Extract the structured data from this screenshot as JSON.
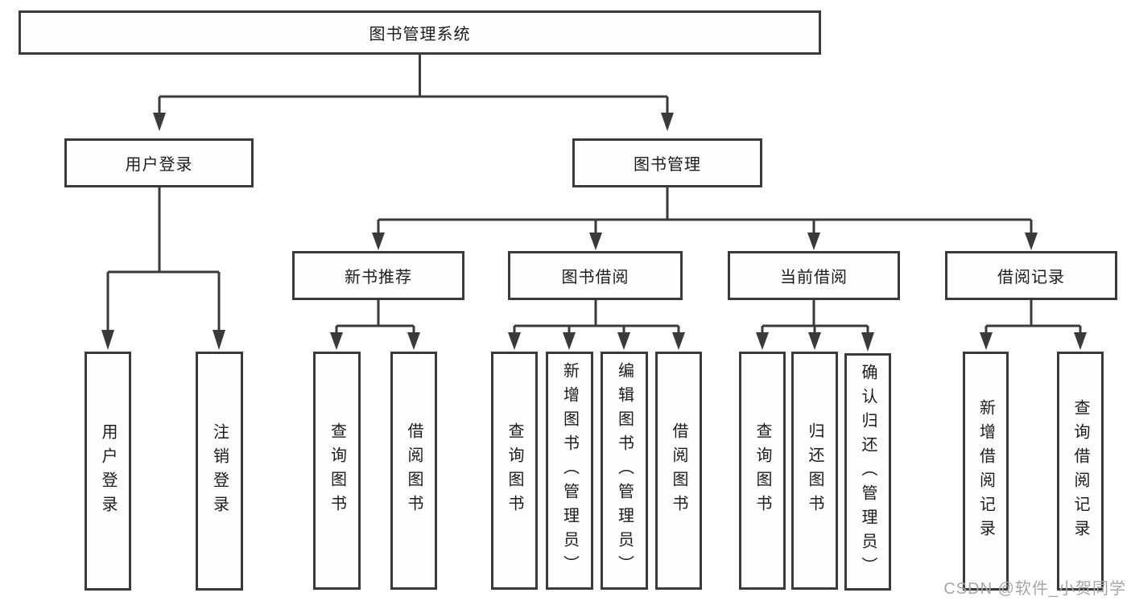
{
  "diagram": {
    "watermark": "CSDN @软件_小贺同学",
    "colors": {
      "line": "#3a3a3a",
      "box_border": "#3a3a3a",
      "text": "#1b1b1b",
      "background": "#ffffff",
      "watermark": "#a6a6a6"
    },
    "tree": {
      "label": "图书管理系统",
      "children": [
        {
          "label": "用户登录",
          "children": [
            {
              "label": "用户登录"
            },
            {
              "label": "注销登录"
            }
          ]
        },
        {
          "label": "图书管理",
          "children": [
            {
              "label": "新书推荐",
              "children": [
                {
                  "label": "查询图书"
                },
                {
                  "label": "借阅图书"
                }
              ]
            },
            {
              "label": "图书借阅",
              "children": [
                {
                  "label": "查询图书"
                },
                {
                  "label": "新增图书（管理员）"
                },
                {
                  "label": "编辑图书（管理员）"
                },
                {
                  "label": "借阅图书"
                }
              ]
            },
            {
              "label": "当前借阅",
              "children": [
                {
                  "label": "查询图书"
                },
                {
                  "label": "归还图书"
                },
                {
                  "label": "确认归还（管理员）"
                }
              ]
            },
            {
              "label": "借阅记录",
              "children": [
                {
                  "label": "新增借阅记录"
                },
                {
                  "label": "查询借阅记录"
                }
              ]
            }
          ]
        }
      ]
    }
  }
}
